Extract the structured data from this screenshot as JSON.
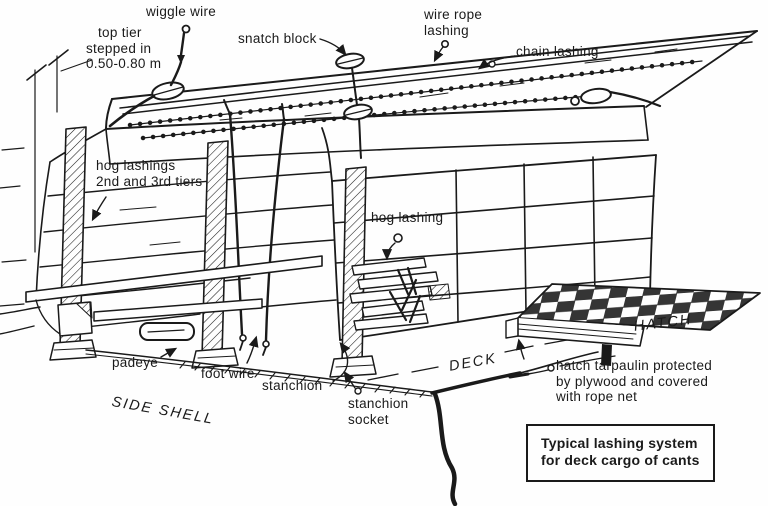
{
  "colors": {
    "ink": "#1a1a1a",
    "paper": "#fefefe"
  },
  "diagram": {
    "labels": {
      "wiggle_wire": "wiggle wire",
      "top_tier": {
        "l1": "top tier",
        "l2": "stepped in",
        "l3": "0.50-0.80 m"
      },
      "snatch_block": "snatch block",
      "wire_rope_lashing": {
        "l1": "wire rope",
        "l2": "lashing"
      },
      "chain_lashing": "chain lashing",
      "hog_lashings_tiers": {
        "l1": "hog lashings",
        "l2": "2nd and 3rd tiers"
      },
      "hog_lashing": "hog lashing",
      "padeye": "padeye",
      "foot_wire": "foot wire",
      "stanchion": "stanchion",
      "stanchion_socket": {
        "l1": "stanchion",
        "l2": "socket"
      },
      "side_shell": "SIDE SHELL",
      "deck": "DECK",
      "hatch": "HATCH",
      "hatch_tarpaulin": {
        "l1": "hatch tarpaulin protected",
        "l2": "by plywood and covered",
        "l3": "with rope net"
      }
    },
    "caption": {
      "l1": "Typical lashing system",
      "l2": "for deck cargo of cants"
    }
  }
}
